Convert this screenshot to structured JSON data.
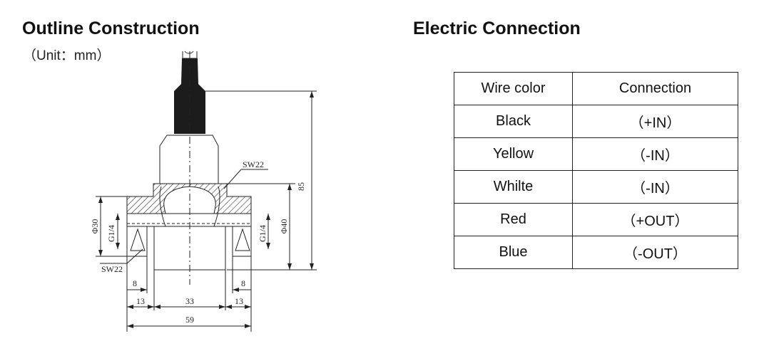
{
  "outline": {
    "title": "Outline Construction",
    "unit_note": "（Unit：mm）",
    "labels": {
      "sw_top": "SW22",
      "sw_bottom": "SW22",
      "dim_85": "85",
      "phi30": "Φ30",
      "phi40": "Φ40",
      "thread_left": "G1/4",
      "thread_right": "G1/4",
      "dim_8_left": "8",
      "dim_8_right": "8",
      "dim_13_left": "13",
      "dim_13_right": "13",
      "dim_33": "33",
      "dim_59": "59"
    }
  },
  "electric": {
    "title": "Electric Connection",
    "headers": [
      "Wire color",
      "Connection"
    ],
    "rows": [
      [
        "Black",
        "（+IN）"
      ],
      [
        "Yellow",
        "（-IN）"
      ],
      [
        "Whilte",
        "（-IN）"
      ],
      [
        "Red",
        "（+OUT）"
      ],
      [
        "Blue",
        "（-OUT）"
      ]
    ]
  }
}
